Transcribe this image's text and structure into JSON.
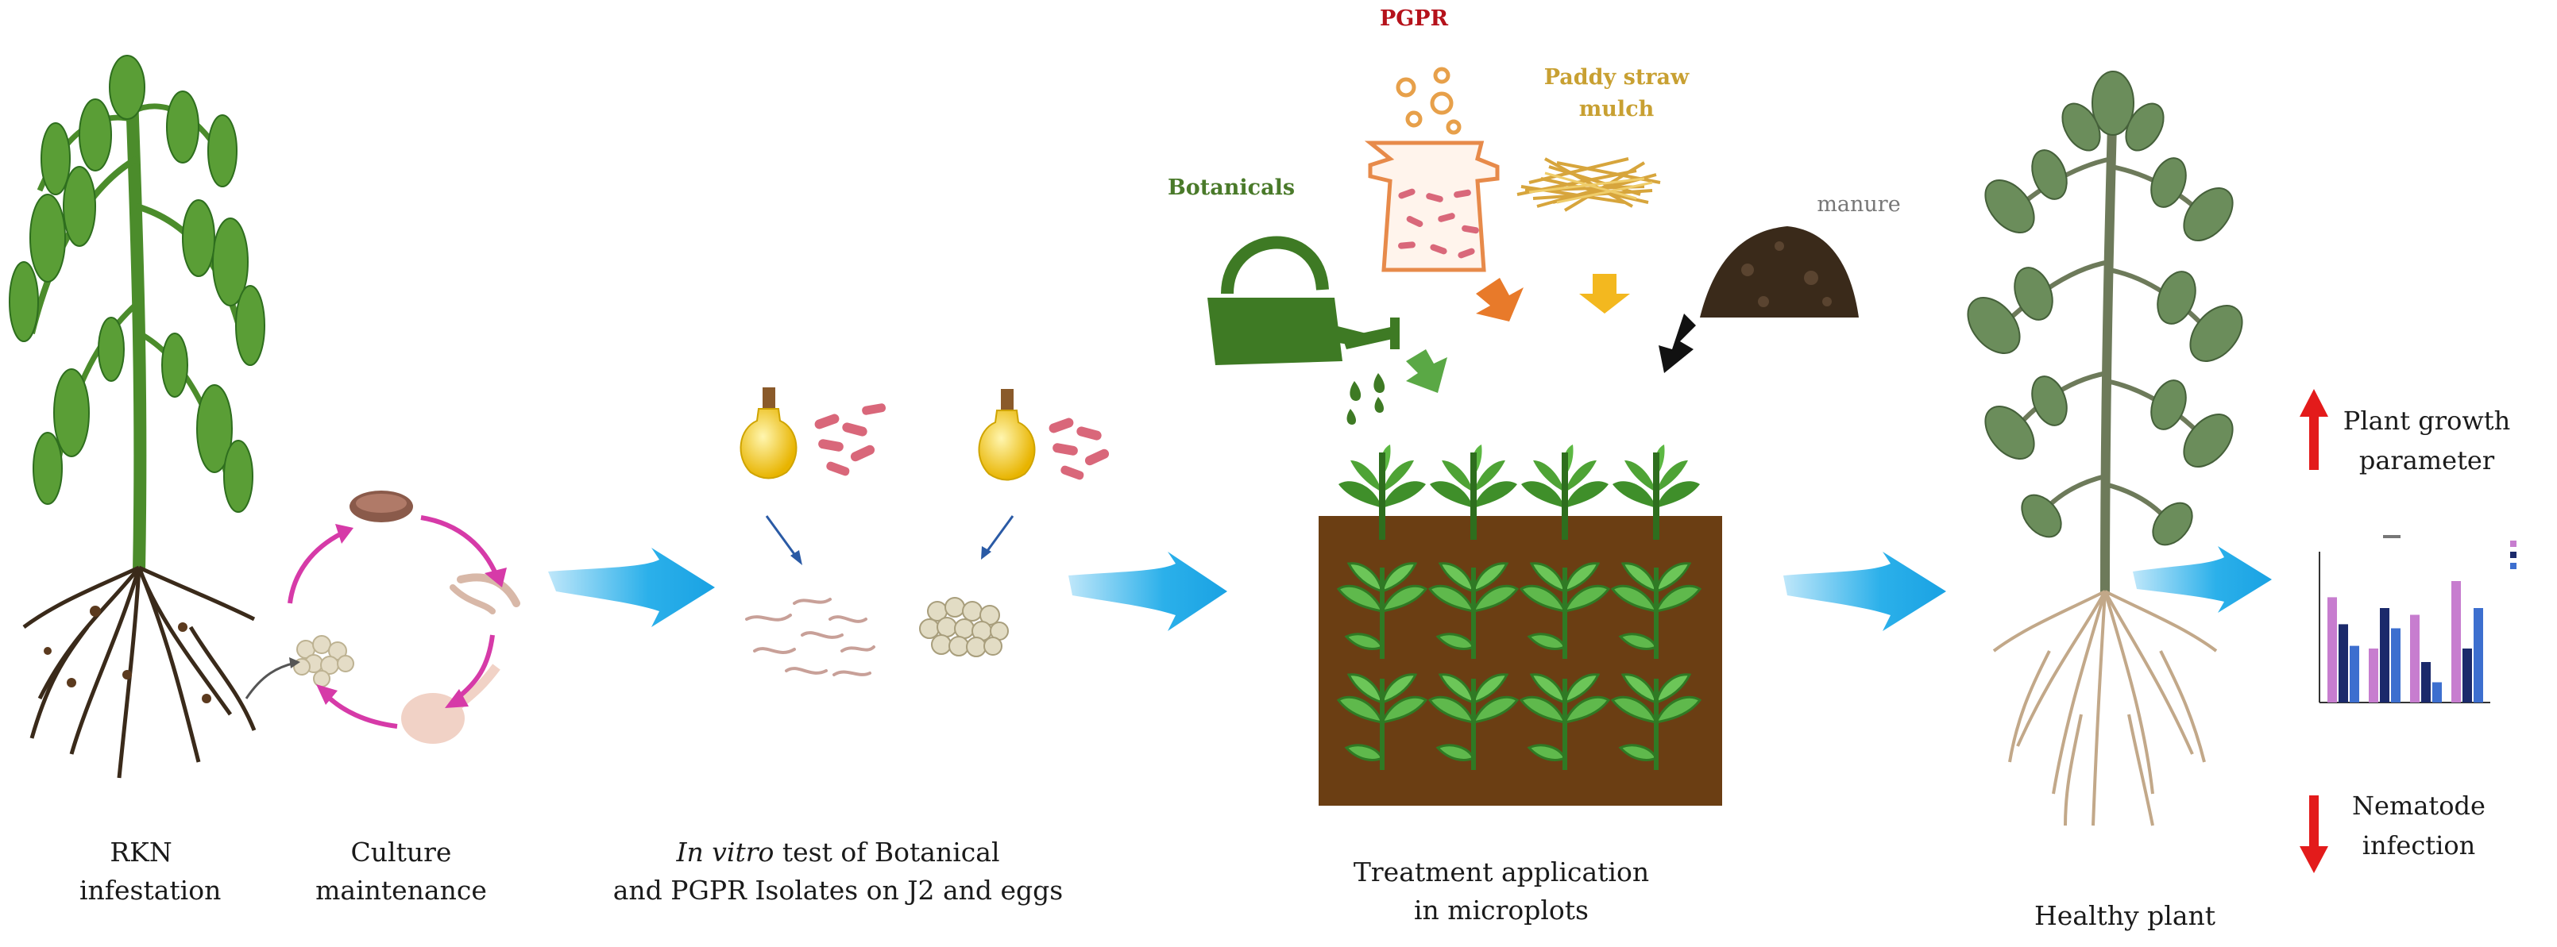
{
  "labels": {
    "rkn_1": "RKN",
    "rkn_2": "infestation",
    "culture_1": "Culture",
    "culture_2": "maintenance",
    "invitro_italic": "In vitro",
    "invitro_rest": " test of Botanical",
    "invitro_2": "and PGPR Isolates on J2 and eggs",
    "treatment_1": "Treatment application",
    "treatment_2": "in microplots",
    "healthy": "Healthy plant",
    "pgpr": "PGPR",
    "paddy_1": "Paddy straw",
    "paddy_2": "mulch",
    "botanicals": "Botanicals",
    "manure": "manure",
    "growth_1": "Plant growth",
    "growth_2": "parameter",
    "nematode_1": "Nematode",
    "nematode_2": "infection"
  },
  "colors": {
    "flow_arrow": "#1fa8e6",
    "cycle_arrow": "#d63aa8",
    "pgpr_text": "#b5121b",
    "paddy_text": "#c8a032",
    "botanicals_text": "#4a7a2a",
    "manure_text": "#777777",
    "soil": "#6b3e13",
    "up_arrow": "#e31b1b",
    "down_arrow": "#e31b1b"
  },
  "mini_chart": {
    "series_colors": [
      "#c77dcf",
      "#1b2a6b",
      "#3d6fcf"
    ],
    "groups": 4,
    "values": [
      [
        78,
        58,
        42
      ],
      [
        40,
        70,
        55
      ],
      [
        65,
        30,
        15
      ],
      [
        90,
        40,
        70
      ]
    ]
  }
}
